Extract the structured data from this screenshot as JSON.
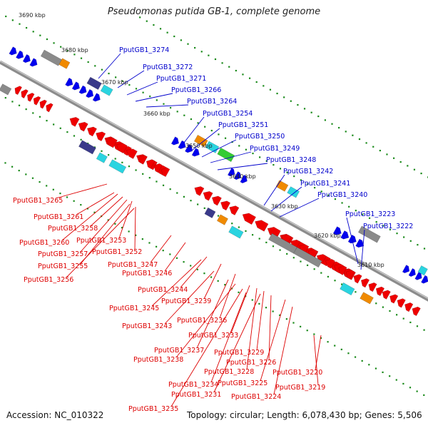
{
  "title": "Pseudomonas putida GB-1, complete genome",
  "footer": {
    "accession": "Accession: NC_010322",
    "summary": "Topology: circular; Length: 6,078,430 bp; Genes: 5,506"
  },
  "colors": {
    "forward_label": "#0000cc",
    "reverse_label": "#dd0000",
    "backbone": "#8c8c8c",
    "tick": "#1a8a1a",
    "cds_reverse": "#ee0000",
    "cds_forward": "#0000ee",
    "operon_gray": "#8a8a8a",
    "operon_purple": "#3a3a8a",
    "operon_cyan": "#2ad4e0",
    "operon_orange": "#f08a00",
    "operon_green": "#33cc33"
  },
  "scale_labels": [
    "3690 kbp",
    "3680 kbp",
    "3670 kbp",
    "3660 kbp",
    "3650 kbp",
    "3640 kbp",
    "3630 kbp",
    "3620 kbp",
    "3610 kbp"
  ],
  "forward_genes": [
    "PputGB1_3274",
    "PputGB1_3272",
    "PputGB1_3271",
    "PputGB1_3266",
    "PputGB1_3264",
    "PputGB1_3254",
    "PputGB1_3251",
    "PputGB1_3250",
    "PputGB1_3249",
    "PputGB1_3248",
    "PputGB1_3242",
    "PputGB1_3241",
    "PputGB1_3240",
    "PputGB1_3223",
    "PputGB1_3222"
  ],
  "reverse_genes": [
    "PputGB1_3265",
    "PputGB1_3261",
    "PputGB1_3258",
    "PputGB1_3260",
    "PputGB1_3253",
    "PputGB1_3257",
    "PputGB1_3252",
    "PputGB1_3255",
    "PputGB1_3247",
    "PputGB1_3256",
    "PputGB1_3246",
    "PputGB1_3244",
    "PputGB1_3239",
    "PputGB1_3245",
    "PputGB1_3236",
    "PputGB1_3243",
    "PputGB1_3233",
    "PputGB1_3237",
    "PputGB1_3229",
    "PputGB1_3238",
    "PputGB1_3226",
    "PputGB1_3228",
    "PputGB1_3220",
    "PputGB1_3234",
    "PputGB1_3225",
    "PputGB1_3231",
    "PputGB1_3219",
    "PputGB1_3224",
    "PputGB1_3235"
  ]
}
